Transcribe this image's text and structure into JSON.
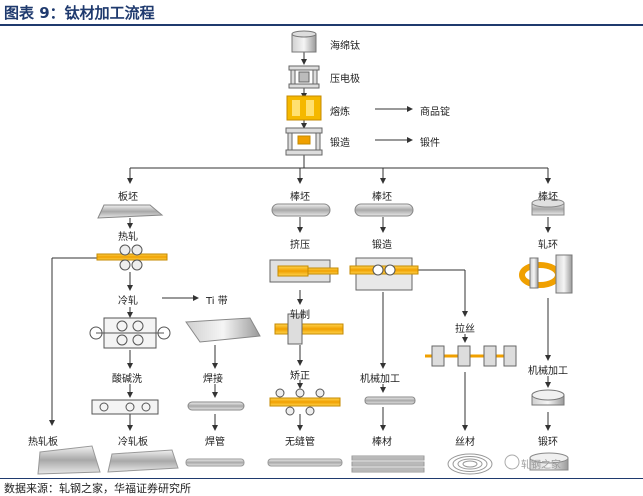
{
  "header": {
    "title": "图表 9：钛材加工流程"
  },
  "footer": {
    "source": "数据来源：轧钢之家，华福证券研究所"
  },
  "flow": {
    "sponge": "海绵钛",
    "electrode": "压电极",
    "melting": "熔炼",
    "ingot_product": "商品锭",
    "forging": "锻造",
    "forged_parts": "锻件",
    "slab": "板坯",
    "bar1": "棒坯",
    "bar2": "棒坯",
    "bar3": "棒坯",
    "hot_rolling": "热轧",
    "extrusion": "挤压",
    "forging2": "锻造",
    "ring_rolling": "轧环",
    "cold_rolling": "冷轧",
    "ti_strip": "Ti 带",
    "rolling": "轧制",
    "drawing": "拉丝",
    "pickling": "酸碱洗",
    "welding": "焊接",
    "straightening": "矫正",
    "machining1": "机械加工",
    "machining2": "机械加工",
    "hot_plate": "热轧板",
    "cold_plate": "冷轧板",
    "welded_pipe": "焊管",
    "seamless_pipe": "无缝管",
    "bar_product": "棒材",
    "wire_product": "丝材",
    "forged_ring": "锻环"
  },
  "watermark": "轧钢之家"
}
